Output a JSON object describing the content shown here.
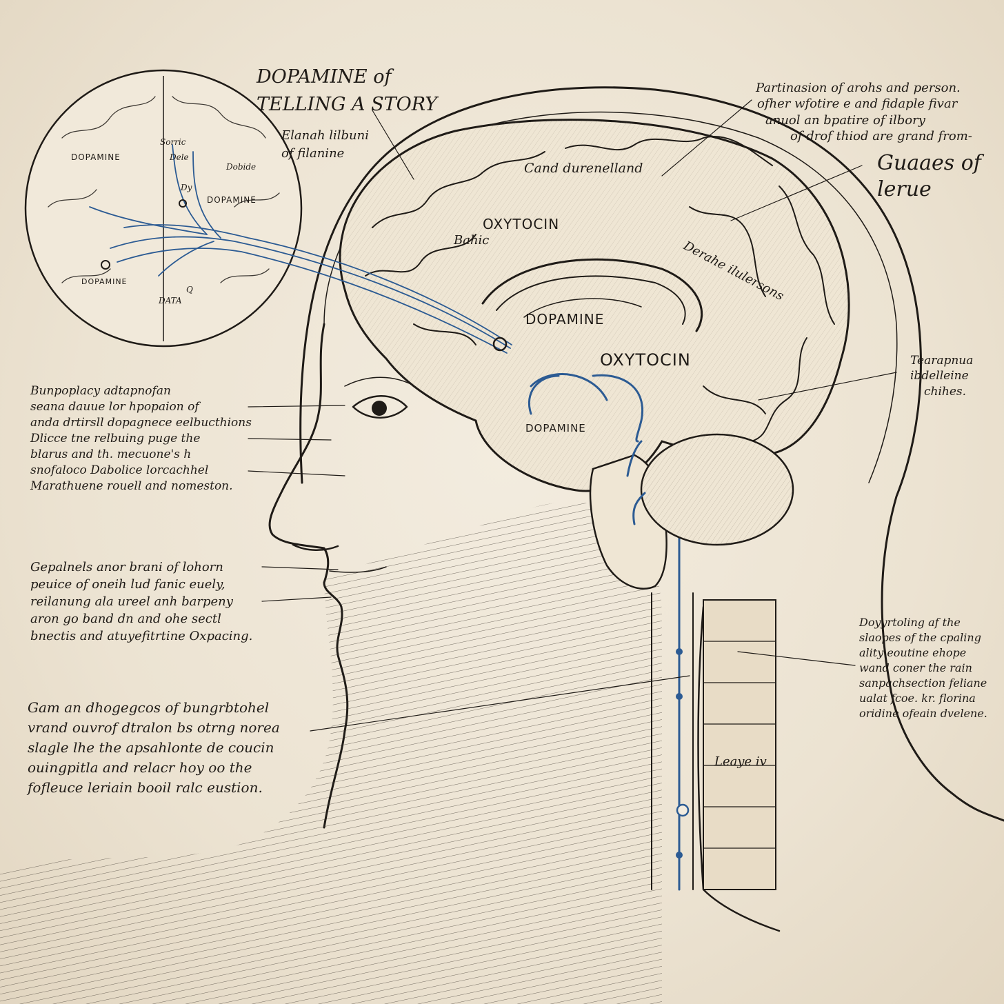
{
  "colors": {
    "paper": "#efe7d8",
    "ink": "#1f1b17",
    "nerve_blue": "#2c5b93"
  },
  "title": {
    "line1": "DOPAMINE of",
    "line2": "TELLING A STORY"
  },
  "header_note_right": {
    "line1": "Partinasion of arohs and person.",
    "line2": "ofher wfotire e and fidaple fivar",
    "line3": "anuol an bpatire of ilbory",
    "line4": "of drof thiod are grand from-"
  },
  "guaaes_label": {
    "line1": "Guaaes of",
    "line2": "lerue"
  },
  "inset_brain": {
    "labels": [
      "DOPAMINE",
      "Sorric",
      "Dele",
      "DOPAMINE",
      "Dobide",
      "DOPAMINE",
      "Dy",
      "DATA",
      "Q"
    ]
  },
  "brain_labels": {
    "elanah": "Elanah lilbuni",
    "elanah2": "of filanine",
    "cand": "Cand durenelland",
    "oxytocin_top": "OXYTOCIN",
    "bahic": "Bahic",
    "derahe": "Derahe ilulersons",
    "dopamine_mid": "DOPAMINE",
    "oxytocin_mid": "OXYTOCIN",
    "dopamine_low": "DOPAMINE",
    "tear_1": "Tearapnua",
    "tear_2": "ibdelleine",
    "tear_3": "chihes.",
    "leaye": "Leaye iv"
  },
  "left_note_1": {
    "line1": "Bunpoplacy adtapnofan",
    "line2": "seana dauue lor hpopaion of",
    "line3": "anda drtirsll dopagnece eelbucthions",
    "line4": "Dlicce tne relbuing puge the",
    "line5": "blarus and th. mecuone's h",
    "line6": "snofaloco Dabolice lorcachhel",
    "line7": "Marathuene rouell and nomeston."
  },
  "left_note_2": {
    "line1": "Gepalnels anor brani of lohorn",
    "line2": "peuice of oneih lud fanic euely,",
    "line3": "reilanung ala ureel anh barpeny",
    "line4": "aron go band dn and ohe sectl",
    "line5": "bnectis and atuyefitrtine Oxpacing."
  },
  "left_note_3": {
    "line1": "Gam an dhogegcos of bungrbtohel",
    "line2": "vrand ouvrof dtralon bs otrng norea",
    "line3": "slagle lhe the apsahlonte de coucin",
    "line4": "ouingpitla and relacr hoy oo the",
    "line5": "fofleuce leriain booil ralc eustion."
  },
  "right_note": {
    "line1": "Doyyrtoling af the",
    "line2": "slaopes of the cpaling",
    "line3": "ality eoutine ehope",
    "line4": "wand coner the rain",
    "line5": "sanpachsection feliane",
    "line6": "ualat fcoe. kr. florina",
    "line7": "oridine ofeain dvelene."
  }
}
